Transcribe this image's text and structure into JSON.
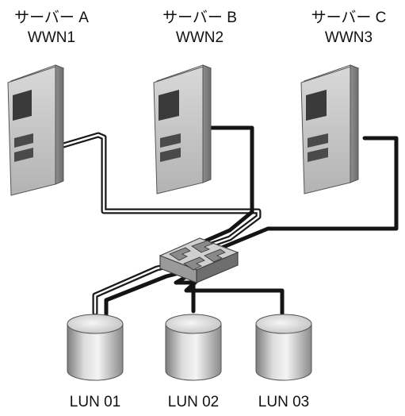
{
  "servers": [
    {
      "name": "サーバー A",
      "wwn": "WWN1"
    },
    {
      "name": "サーバー B",
      "wwn": "WWN2"
    },
    {
      "name": "サーバー C",
      "wwn": "WWN3"
    }
  ],
  "luns": [
    {
      "label": "LUN 01"
    },
    {
      "label": "LUN 02"
    },
    {
      "label": "LUN 03"
    }
  ]
}
